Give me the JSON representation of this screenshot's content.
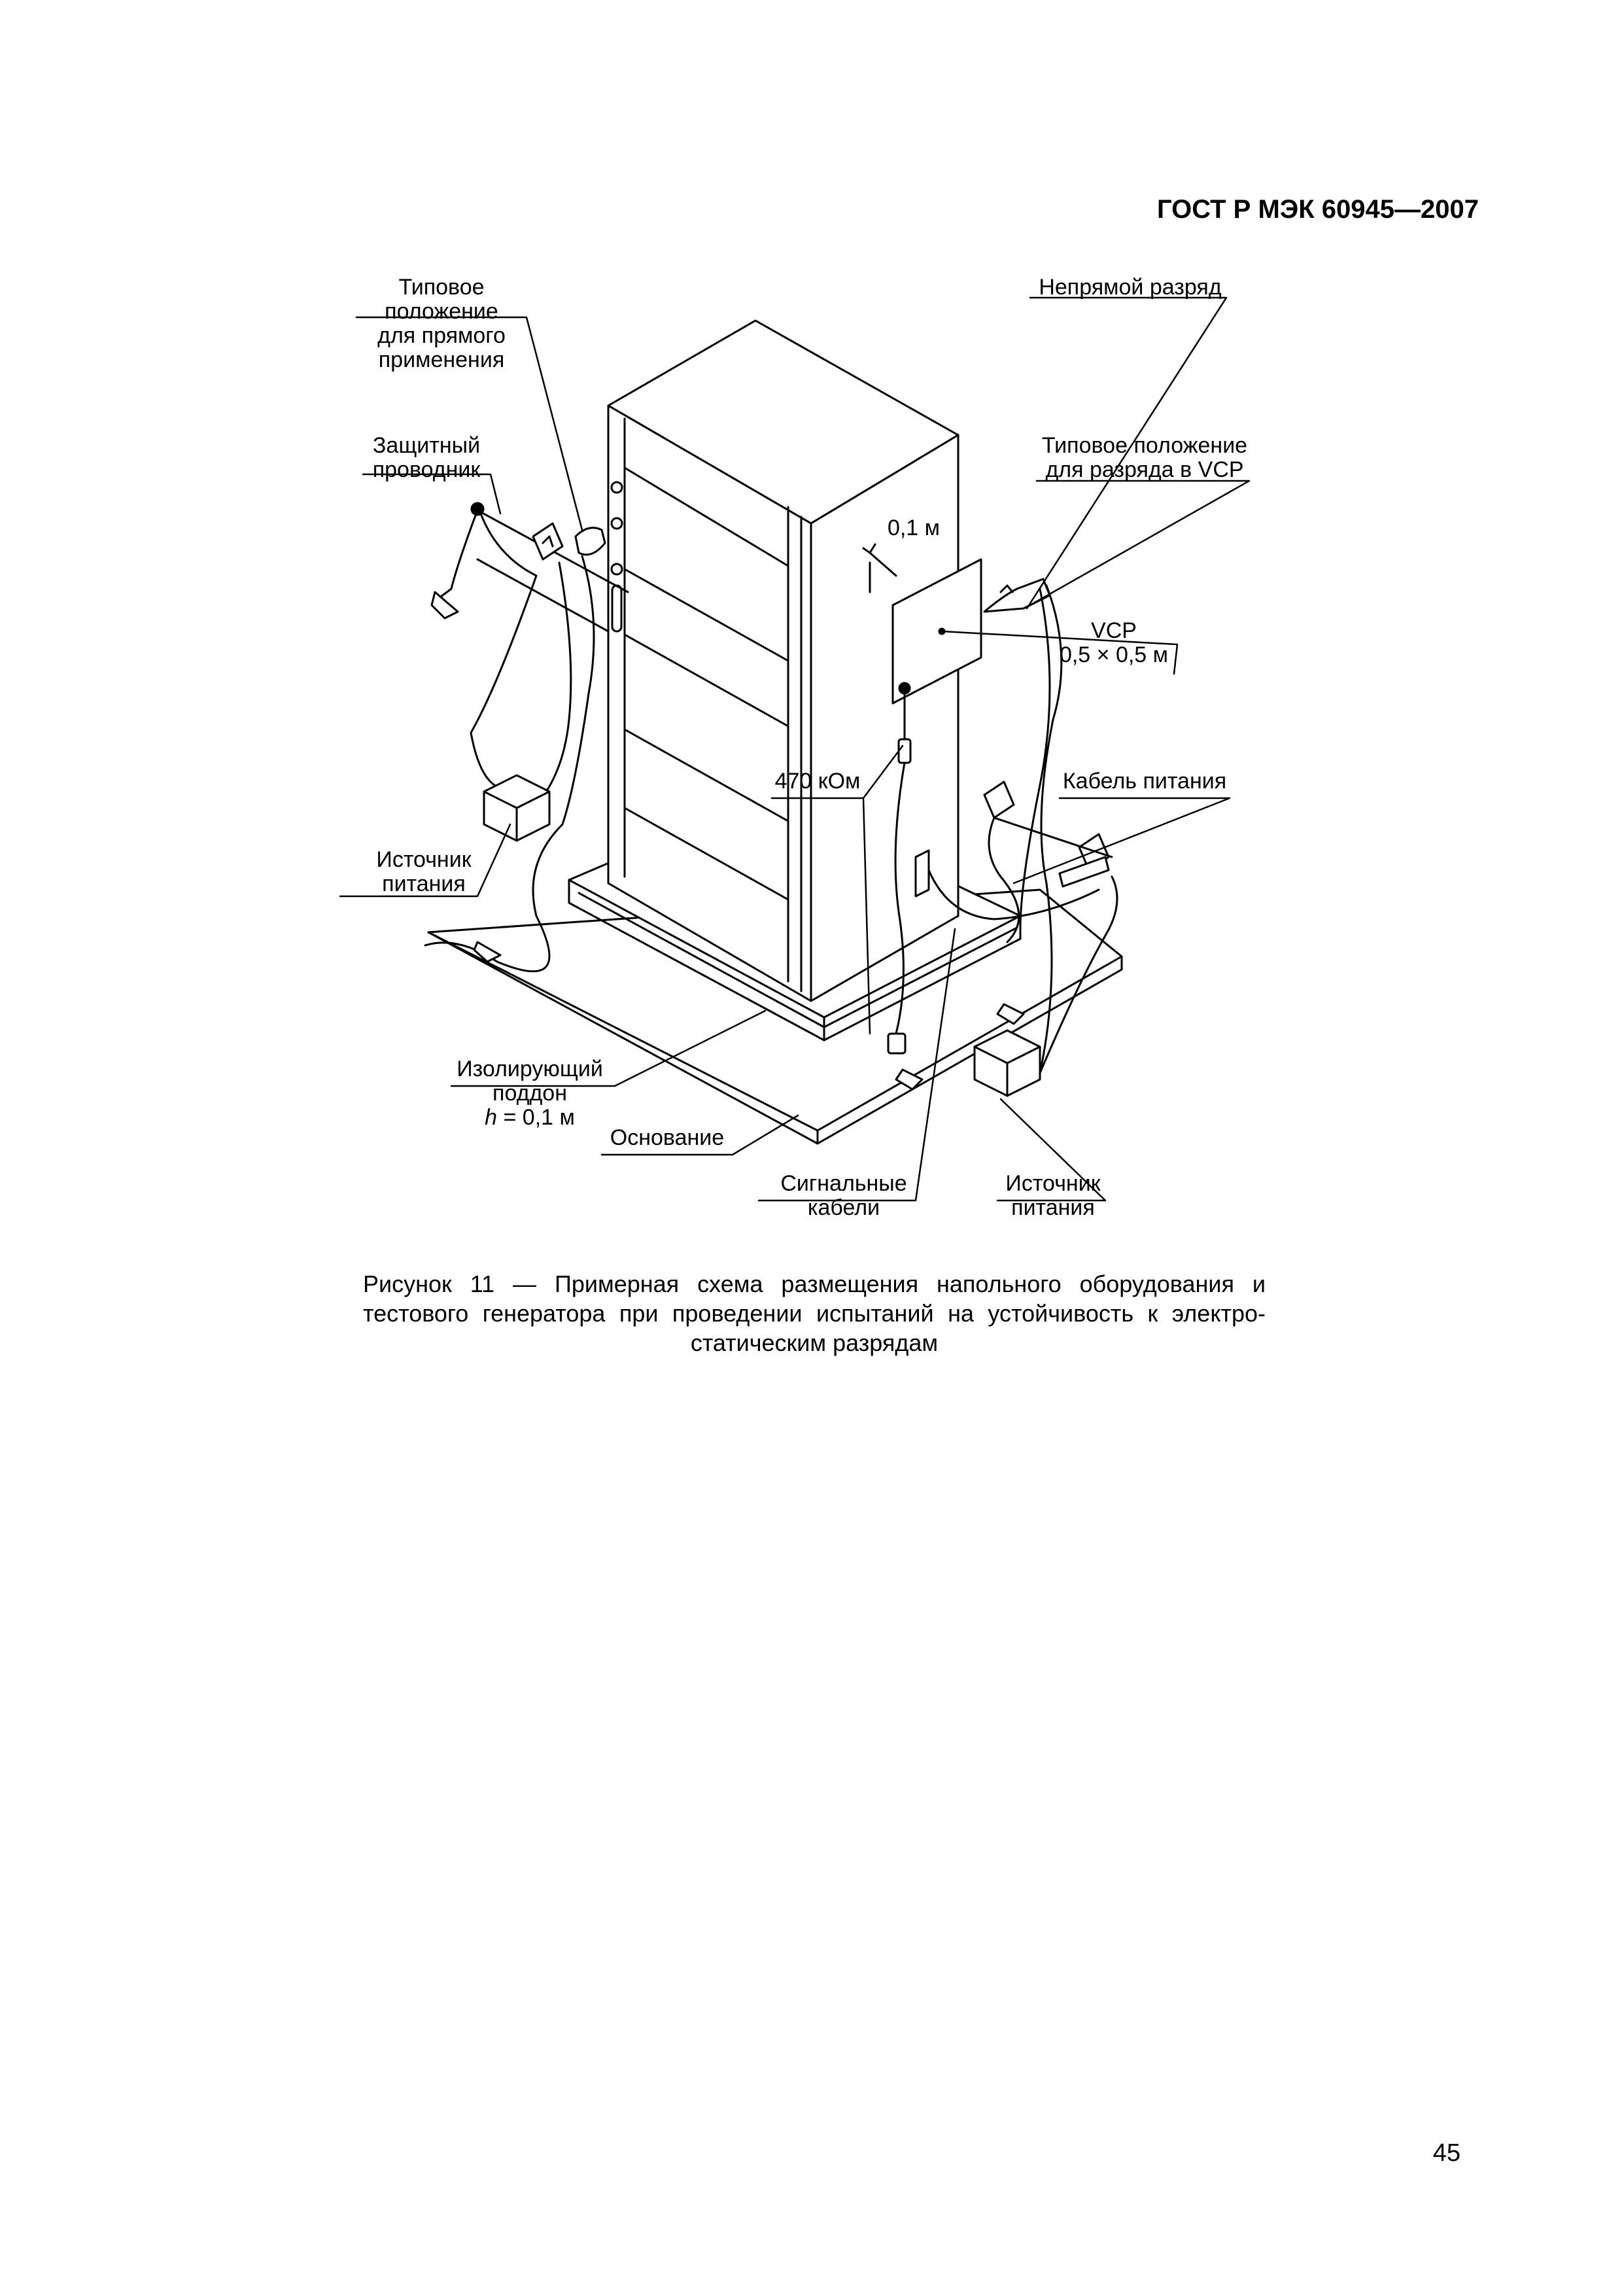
{
  "header": {
    "doc_id": "ГОСТ Р МЭК 60945—2007"
  },
  "figure": {
    "labels": {
      "typical_position_direct": [
        "Типовое",
        "положение",
        "для прямого",
        "применения"
      ],
      "protective_conductor": [
        "Защитный",
        "проводник"
      ],
      "indirect_discharge": "Непрямой разряд",
      "typical_position_vcp": [
        "Типовое положение",
        "для разряда в VCP"
      ],
      "distance": "0,1 м",
      "vcp": [
        "VCP",
        "0,5 × 0,5 м"
      ],
      "resistor": "470 кОм",
      "power_cable": "Кабель питания",
      "power_source_left": [
        "Источник",
        "питания"
      ],
      "insulating_pallet": [
        "Изолирующий",
        "поддон"
      ],
      "pallet_height_var": "h",
      "pallet_height_value": " = 0,1 м",
      "base": "Основание",
      "signal_cables": [
        "Сигнальные",
        "кабели"
      ],
      "power_source_right": [
        "Источник",
        "питания"
      ]
    }
  },
  "caption": "Рисунок 11 — Примерная схема размещения напольного оборудования и тестового генератора при проведении испытаний на устойчивость к электро-статическим разрядам",
  "page_number": "45"
}
